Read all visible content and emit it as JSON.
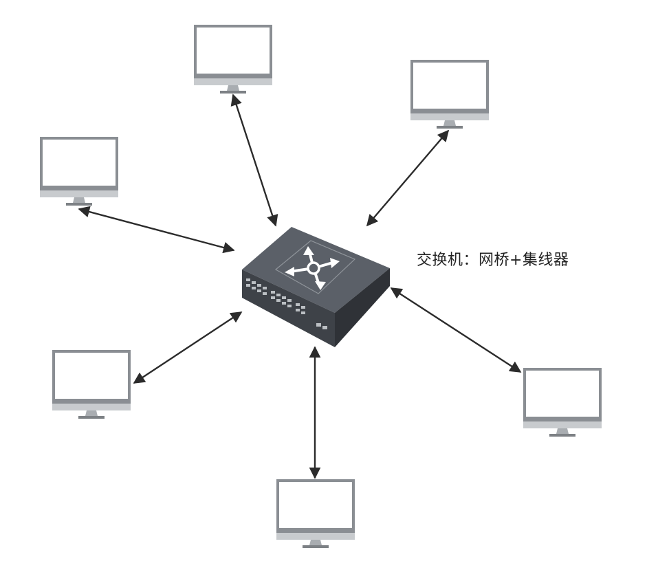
{
  "diagram": {
    "switch_label": "交换机：网桥+集线器",
    "colors": {
      "link": "#2b2b2b",
      "monitor_frame": "#8a8e93",
      "monitor_base": "#9a9ea2",
      "monitor_stand": "#c8cbce",
      "switch_top": "#5b6068",
      "switch_front": "#3e4248",
      "switch_side": "#2f3237"
    },
    "nodes": [
      {
        "id": "switch",
        "kind": "switch",
        "icon": "network-switch"
      },
      {
        "id": "pc-top",
        "kind": "computer",
        "icon": "monitor"
      },
      {
        "id": "pc-top-right",
        "kind": "computer",
        "icon": "monitor"
      },
      {
        "id": "pc-left",
        "kind": "computer",
        "icon": "monitor"
      },
      {
        "id": "pc-bottom-left",
        "kind": "computer",
        "icon": "monitor"
      },
      {
        "id": "pc-bottom",
        "kind": "computer",
        "icon": "monitor"
      },
      {
        "id": "pc-right",
        "kind": "computer",
        "icon": "monitor"
      }
    ],
    "edges": [
      {
        "from": "switch",
        "to": "pc-top",
        "direction": "both"
      },
      {
        "from": "switch",
        "to": "pc-top-right",
        "direction": "both"
      },
      {
        "from": "switch",
        "to": "pc-left",
        "direction": "both"
      },
      {
        "from": "switch",
        "to": "pc-bottom-left",
        "direction": "both"
      },
      {
        "from": "switch",
        "to": "pc-bottom",
        "direction": "both"
      },
      {
        "from": "switch",
        "to": "pc-right",
        "direction": "both"
      }
    ]
  }
}
